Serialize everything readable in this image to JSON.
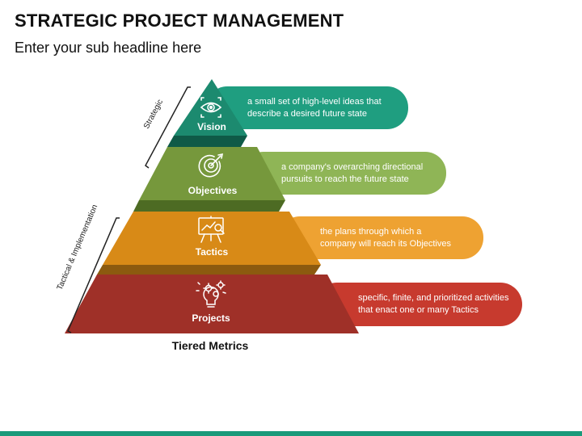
{
  "title": "STRATEGIC PROJECT MANAGEMENT",
  "subtitle": "Enter your sub headline here",
  "tiers": [
    {
      "label": "Vision",
      "icon": "eye-target-icon",
      "color": "#1c8a6f",
      "description_line1": "a small set of high-level ideas that",
      "description_line2": "describe a desired future state",
      "pill_color": "#1f9e80"
    },
    {
      "label": "Objectives",
      "icon": "bullseye-icon",
      "color": "#76983c",
      "description_line1": "a company's overarching directional",
      "description_line2": "pursuits to reach the future state",
      "pill_color": "#8fb556"
    },
    {
      "label": "Tactics",
      "icon": "presentation-board-icon",
      "color": "#d88a17",
      "description_line1": "the plans through which a",
      "description_line2": "company will reach its Objectives",
      "pill_color": "#eea232"
    },
    {
      "label": "Projects",
      "icon": "gear-bulb-icon",
      "color": "#9f3028",
      "description_line1": "specific, finite, and prioritized activities",
      "description_line2": "that enact one or many Tactics",
      "pill_color": "#c73a2e"
    }
  ],
  "brackets": {
    "strategic": "Strategic",
    "tactical": "Tactical & Implementation"
  },
  "footer": "Tiered Metrics",
  "accent_color": "#1a9a7a"
}
